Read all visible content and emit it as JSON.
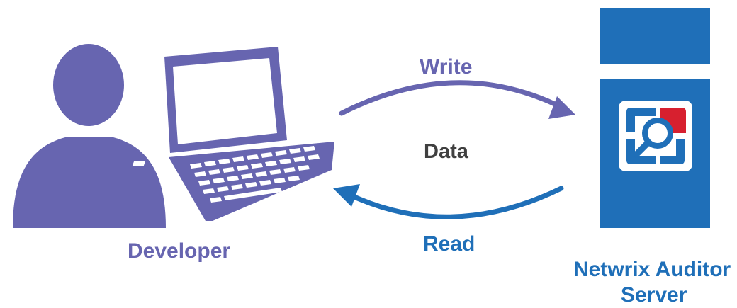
{
  "labels": {
    "write": "Write",
    "data": "Data",
    "read": "Read",
    "developer": "Developer",
    "server_line1": "Netwrix Auditor",
    "server_line2": "Server"
  },
  "colors": {
    "developer_purple": "#6765b0",
    "server_blue": "#1f6fb8",
    "logo_red": "#d7202f",
    "text_dark": "#404040"
  },
  "icons": {
    "developer": "person-icon",
    "laptop": "laptop-icon",
    "server": "server-icon",
    "server_logo": "netwrix-auditor-logo-icon",
    "write_arrow": "arrow-right-icon",
    "read_arrow": "arrow-left-icon"
  }
}
